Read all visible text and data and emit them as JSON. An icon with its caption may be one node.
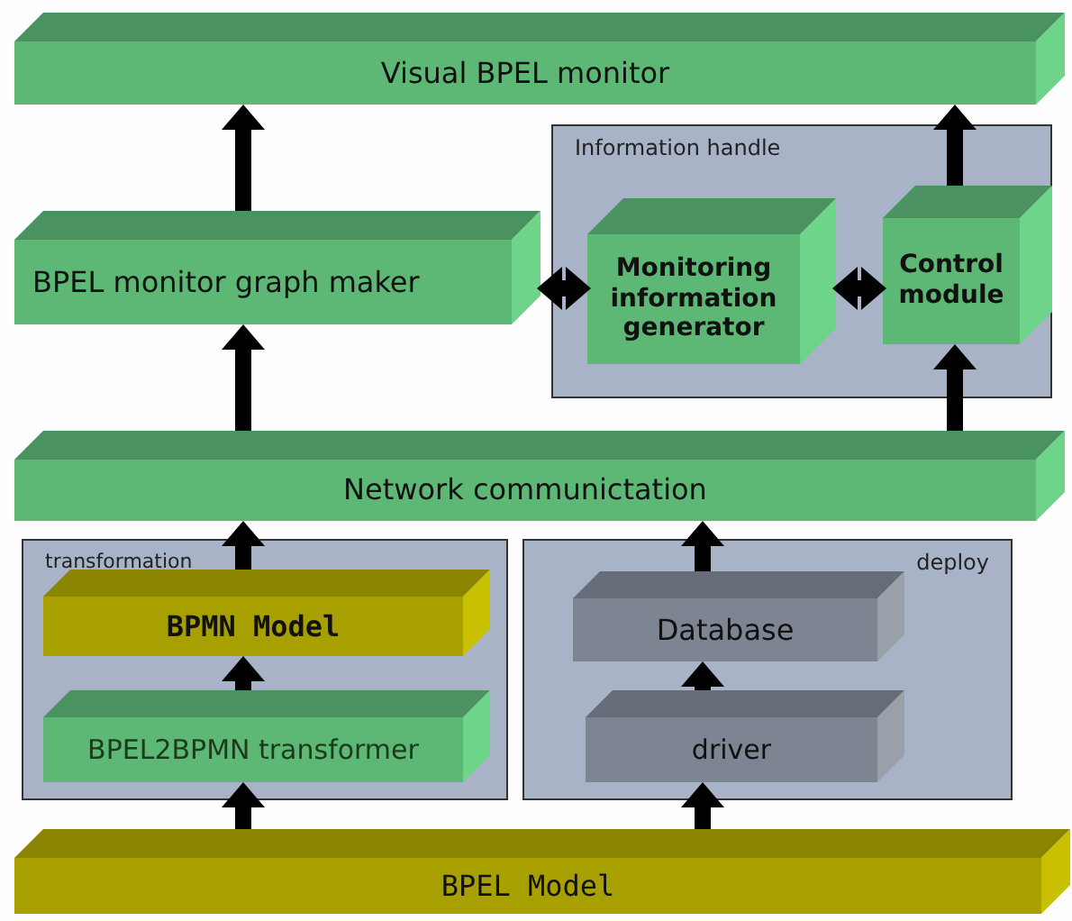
{
  "diagram": {
    "nodes": [
      {
        "text": [
          "Visual BPEL monitor"
        ]
      },
      {
        "text": [
          "Information handle"
        ]
      },
      {
        "text": [
          "BPEL monitor graph maker"
        ]
      },
      {
        "text": [
          "Monitoring information generator"
        ],
        "in": 1
      },
      {
        "text": [
          "Control module"
        ],
        "in": 1
      },
      {
        "text": [
          "Network communictation"
        ]
      },
      {
        "text": [
          "transformation"
        ]
      },
      {
        "text": [
          "BPMN Model"
        ],
        "in": 6
      },
      {
        "text": [
          "BPEL2BPMN transformer"
        ],
        "in": 6
      },
      {
        "text": [
          "deploy"
        ]
      },
      {
        "text": [
          "Database"
        ],
        "in": 9
      },
      {
        "text": [
          "driver"
        ],
        "in": 9
      },
      {
        "text": [
          "BPEL Model"
        ]
      }
    ],
    "edges": [
      {
        "from": 2,
        "to": 0,
        "arrow": "to"
      },
      {
        "from": 4,
        "to": 0,
        "arrow": "to"
      },
      {
        "from": 2,
        "to": 3,
        "arrow": "both"
      },
      {
        "from": 3,
        "to": 4,
        "arrow": "both"
      },
      {
        "from": 5,
        "to": 2,
        "arrow": "to"
      },
      {
        "from": 5,
        "to": 4,
        "arrow": "to"
      },
      {
        "from": 7,
        "to": 5,
        "arrow": "to"
      },
      {
        "from": 10,
        "to": 5,
        "arrow": "to"
      },
      {
        "from": 8,
        "to": 7,
        "arrow": "to"
      },
      {
        "from": 11,
        "to": 10,
        "arrow": "to"
      },
      {
        "from": 12,
        "to": 8,
        "arrow": "to"
      },
      {
        "from": 12,
        "to": 11,
        "arrow": "to"
      }
    ]
  }
}
